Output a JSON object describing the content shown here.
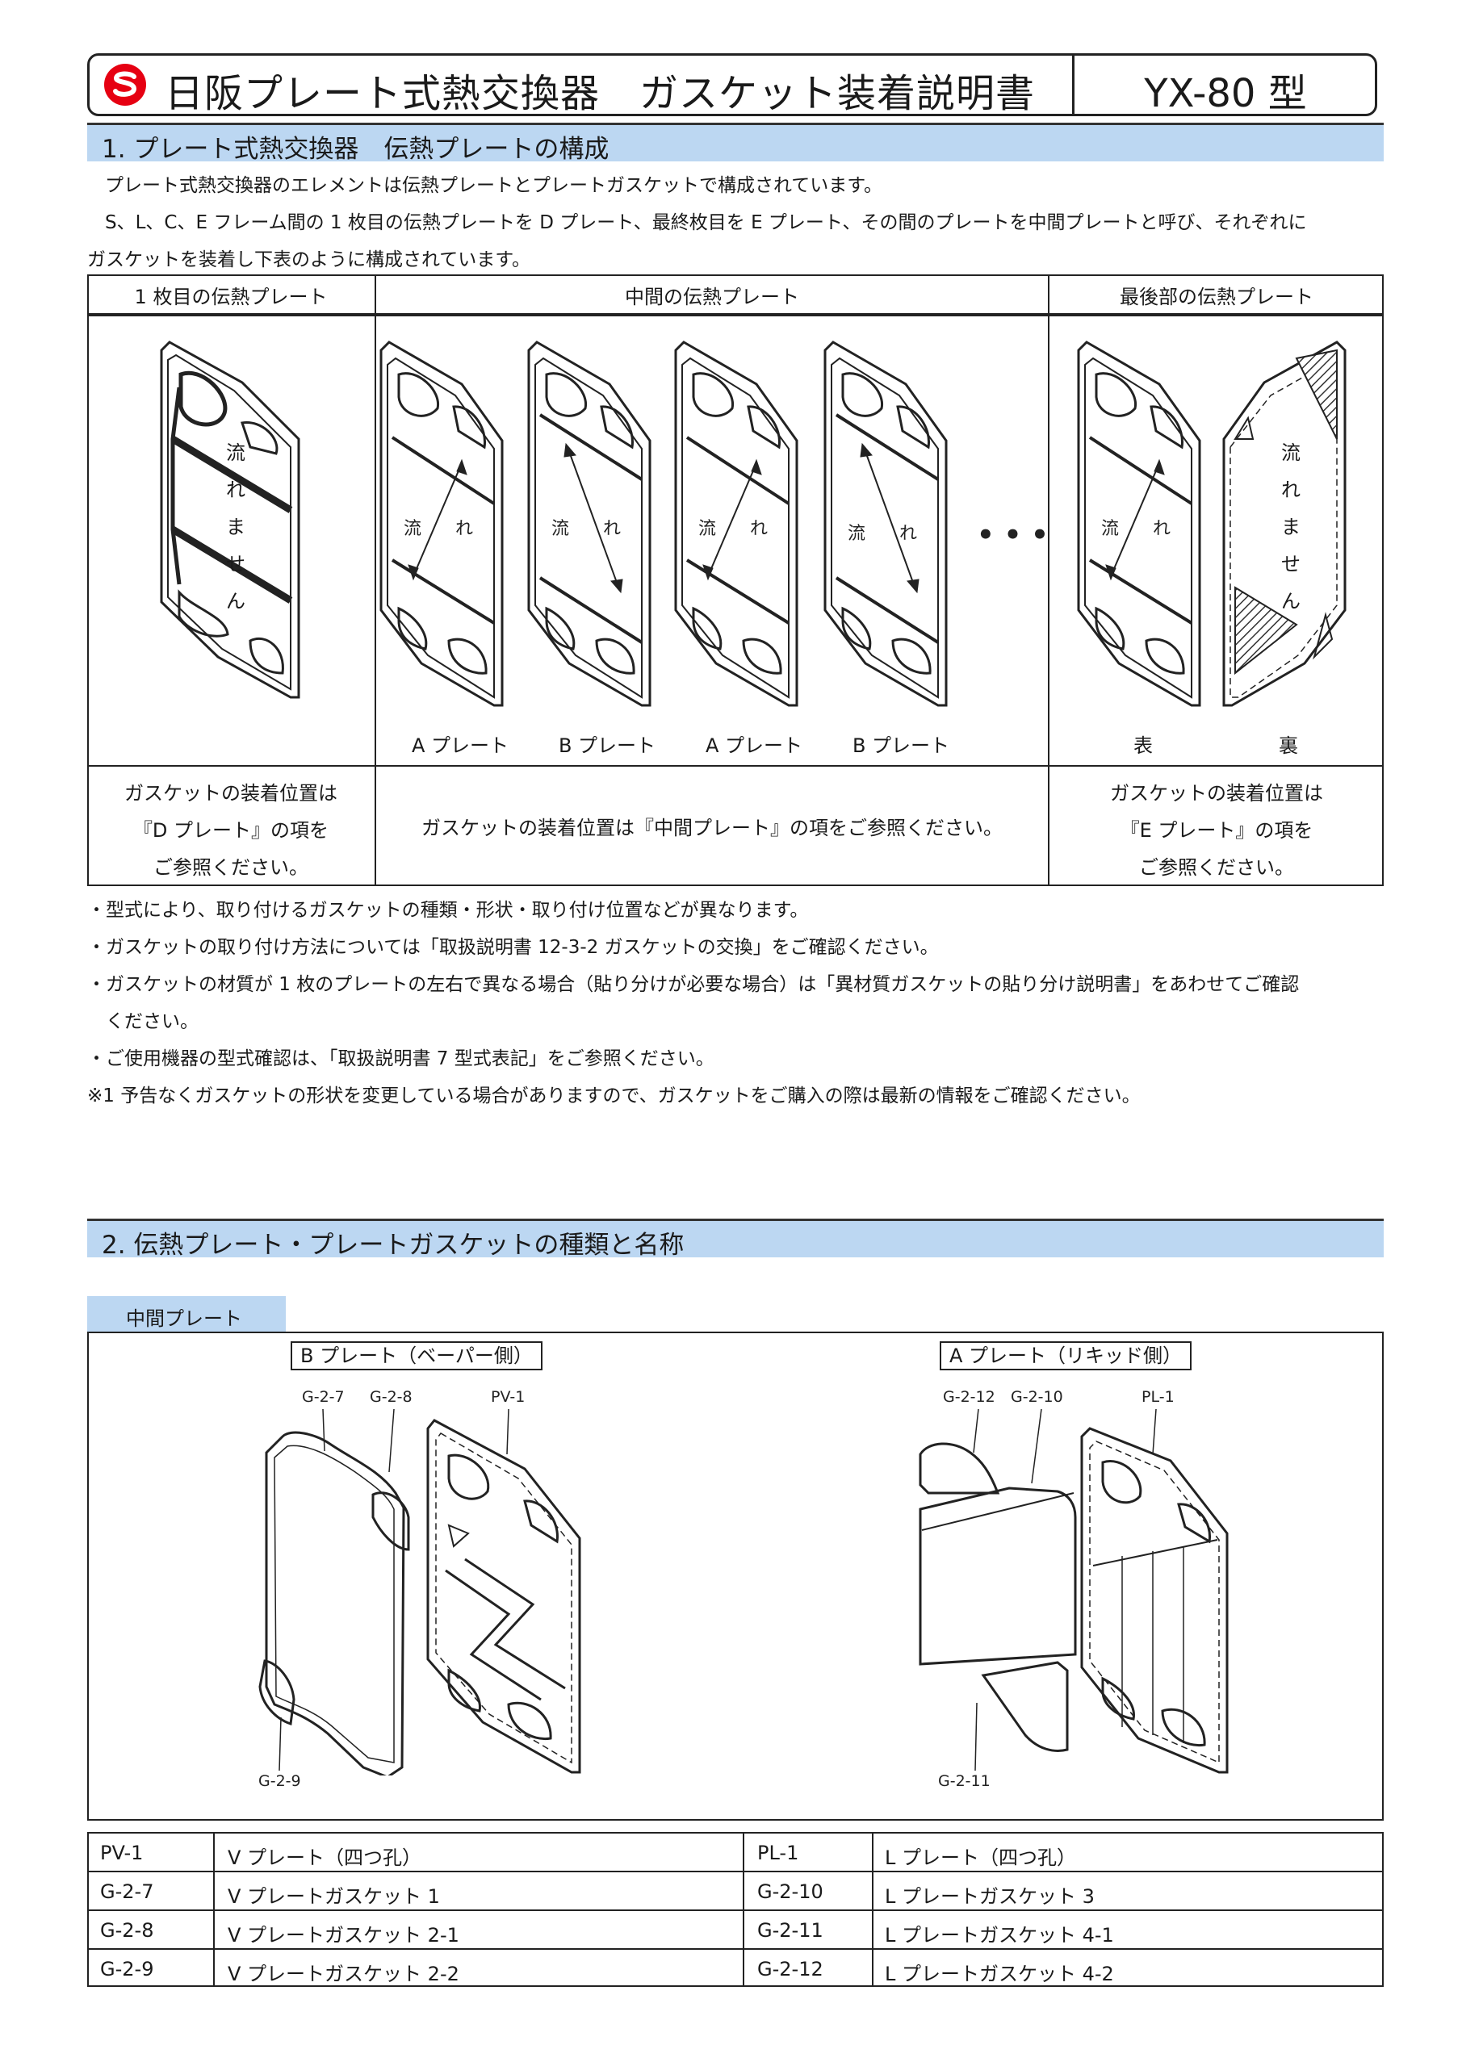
{
  "header": {
    "title": "日阪プレート式熱交換器　ガスケット装着説明書",
    "model": "YX-80 型"
  },
  "section1": {
    "heading": "1. プレート式熱交換器　伝熱プレートの構成",
    "para1": "プレート式熱交換器のエレメントは伝熱プレートとプレートガスケットで構成されています。",
    "para2": "S、L、C、E フレーム間の 1 枚目の伝熱プレートを D プレート、最終枚目を E プレート、その間のプレートを中間プレートと呼び、それぞれに",
    "para3": "ガスケットを装着し下表のように構成されています。",
    "table": {
      "col1": "1 枚目の伝熱プレート",
      "col2": "中間の伝熱プレート",
      "col3": "最後部の伝熱プレート",
      "no_flow": [
        "流",
        "れ",
        "ま",
        "せ",
        "ん"
      ],
      "flow_left": "流",
      "flow_right": "れ",
      "ellipsis": "• • •",
      "plate_labels": [
        "A プレート",
        "B プレート",
        "A プレート",
        "B プレート"
      ],
      "front": "表",
      "back": "裏",
      "d_ref": [
        "ガスケットの装着位置は",
        "『D プレート』の項を",
        "ご参照ください。"
      ],
      "mid_ref": "ガスケットの装着位置は『中間プレート』の項をご参照ください。",
      "e_ref": [
        "ガスケットの装着位置は",
        "『E プレート』の項を",
        "ご参照ください。"
      ]
    },
    "notes": [
      "・型式により、取り付けるガスケットの種類・形状・取り付け位置などが異なります。",
      "・ガスケットの取り付け方法については「取扱説明書 12-3-2 ガスケットの交換」をご確認ください。",
      "・ガスケットの材質が 1 枚のプレートの左右で異なる場合（貼り分けが必要な場合）は「異材質ガスケットの貼り分け説明書」をあわせてご確認",
      "　ください。",
      "・ご使用機器の型式確認は、「取扱説明書 7 型式表記」をご参照ください。",
      "※1 予告なくガスケットの形状を変更している場合がありますので、ガスケットをご購入の際は最新の情報をご確認ください。"
    ]
  },
  "section2": {
    "heading": "2. 伝熱プレート・プレートガスケットの種類と名称",
    "tab": "中間プレート",
    "b_label": "B プレート（ベーパー側）",
    "a_label": "A プレート（リキッド側）",
    "codes_b": [
      "G-2-7",
      "G-2-8",
      "PV-1",
      "G-2-9"
    ],
    "codes_a": [
      "G-2-12",
      "G-2-10",
      "PL-1",
      "G-2-11"
    ],
    "parts": [
      {
        "code": "PV-1",
        "name": "V プレート（四つ孔）",
        "code2": "PL-1",
        "name2": "L プレート（四つ孔）"
      },
      {
        "code": "G-2-7",
        "name": "V プレートガスケット 1",
        "code2": "G-2-10",
        "name2": "L プレートガスケット 3"
      },
      {
        "code": "G-2-8",
        "name": "V プレートガスケット 2-1",
        "code2": "G-2-11",
        "name2": "L プレートガスケット 4-1"
      },
      {
        "code": "G-2-9",
        "name": "V プレートガスケット 2-2",
        "code2": "G-2-12",
        "name2": "L プレートガスケット 4-2"
      }
    ]
  }
}
